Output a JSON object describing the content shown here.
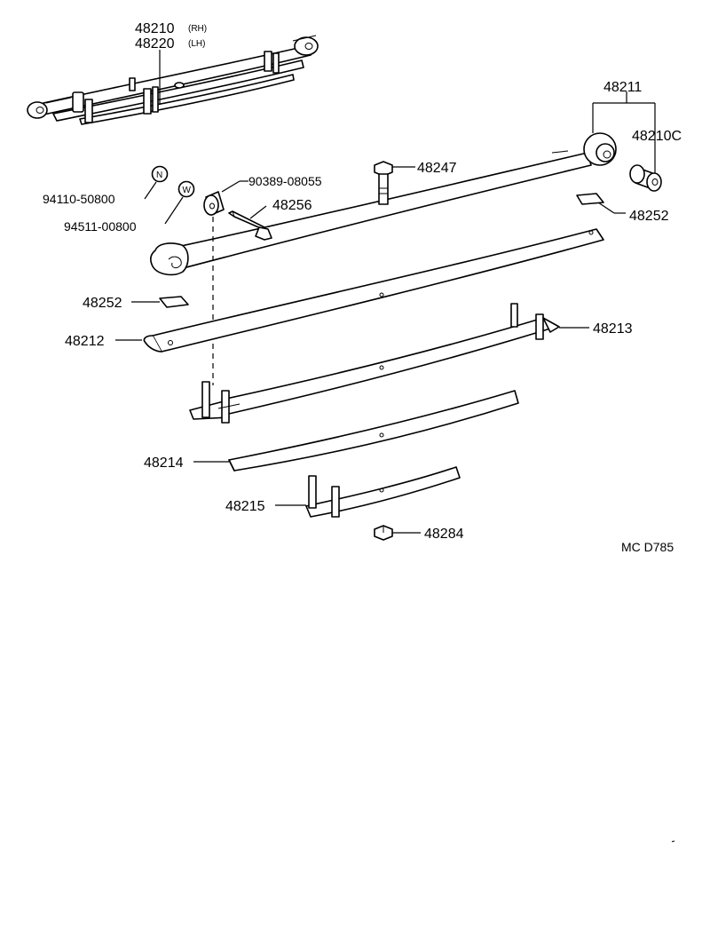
{
  "labels": {
    "assy_rh": "48210",
    "assy_rh_side": "(RH)",
    "assy_lh": "48220",
    "assy_lh_side": "(LH)",
    "leaf_no1": "48211",
    "bushing": "48210C",
    "bolt_center": "48247",
    "washer_part": "90389-08055",
    "bolt_shackle": "48256",
    "insert_right": "48252",
    "insert_left": "48252",
    "leaf_no2": "48212",
    "leaf_no3": "48213",
    "leaf_no4": "48214",
    "leaf_no5": "48215",
    "nut": "48284",
    "part_n": "94110-50800",
    "part_w": "94511-00800",
    "circle_n": "N",
    "circle_w": "W",
    "ref_code": "MC  D785"
  },
  "icons": {
    "n_marker": "circle-letter-n-icon",
    "w_marker": "circle-letter-w-icon"
  }
}
